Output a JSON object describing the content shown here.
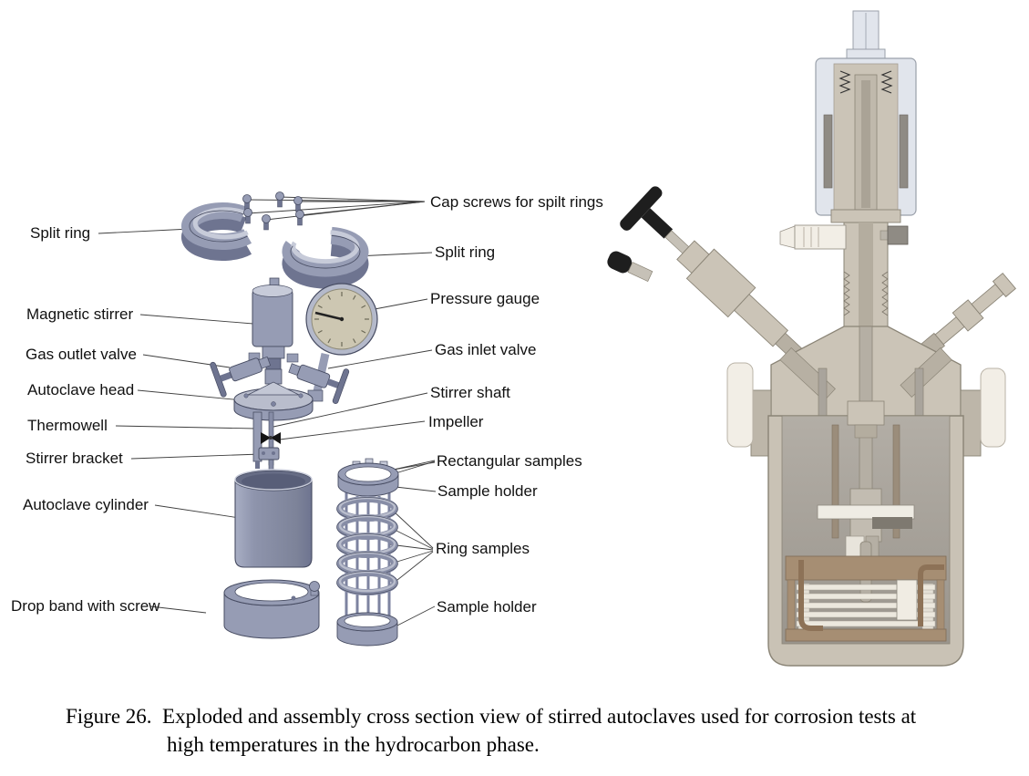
{
  "figure": {
    "caption": {
      "line1": "Figure 26.  Exploded and assembly cross section view of stirred autoclaves used for corrosion tests at",
      "line2": "high temperatures in the hydrocarbon phase."
    }
  },
  "exploded_view": {
    "labels_left": [
      {
        "text": "Split ring"
      },
      {
        "text": "Magnetic stirrer"
      },
      {
        "text": "Gas outlet valve"
      },
      {
        "text": "Autoclave head"
      },
      {
        "text": "Thermowell"
      },
      {
        "text": "Stirrer bracket"
      },
      {
        "text": "Autoclave cylinder"
      },
      {
        "text": "Drop band with screw"
      }
    ],
    "labels_right": [
      {
        "text": "Cap screws for spilt rings"
      },
      {
        "text": "Split ring"
      },
      {
        "text": "Pressure gauge"
      },
      {
        "text": "Gas inlet valve"
      },
      {
        "text": "Stirrer shaft"
      },
      {
        "text": "Impeller"
      },
      {
        "text": "Rectangular samples"
      },
      {
        "text": "Sample holder"
      },
      {
        "text": "Ring samples"
      },
      {
        "text": "Sample holder"
      }
    ]
  },
  "palette": {
    "metal-mid": "#969cb4",
    "metal-dark": "#6e7490",
    "metal-light": "#c7cbd9",
    "metal-edge": "#474c62",
    "gauge-face": "#cdc7b2",
    "body-beige": "#cbc4b7",
    "body-dark": "#b1aa9d",
    "interior-gray": "#a6a199",
    "housing-light": "#e1e5ec",
    "cream": "#f2eee6",
    "brown": "#a68e73",
    "tube-brown": "#8d7257",
    "ink": "#1e1e1e",
    "leader": "#3f3f3f"
  }
}
